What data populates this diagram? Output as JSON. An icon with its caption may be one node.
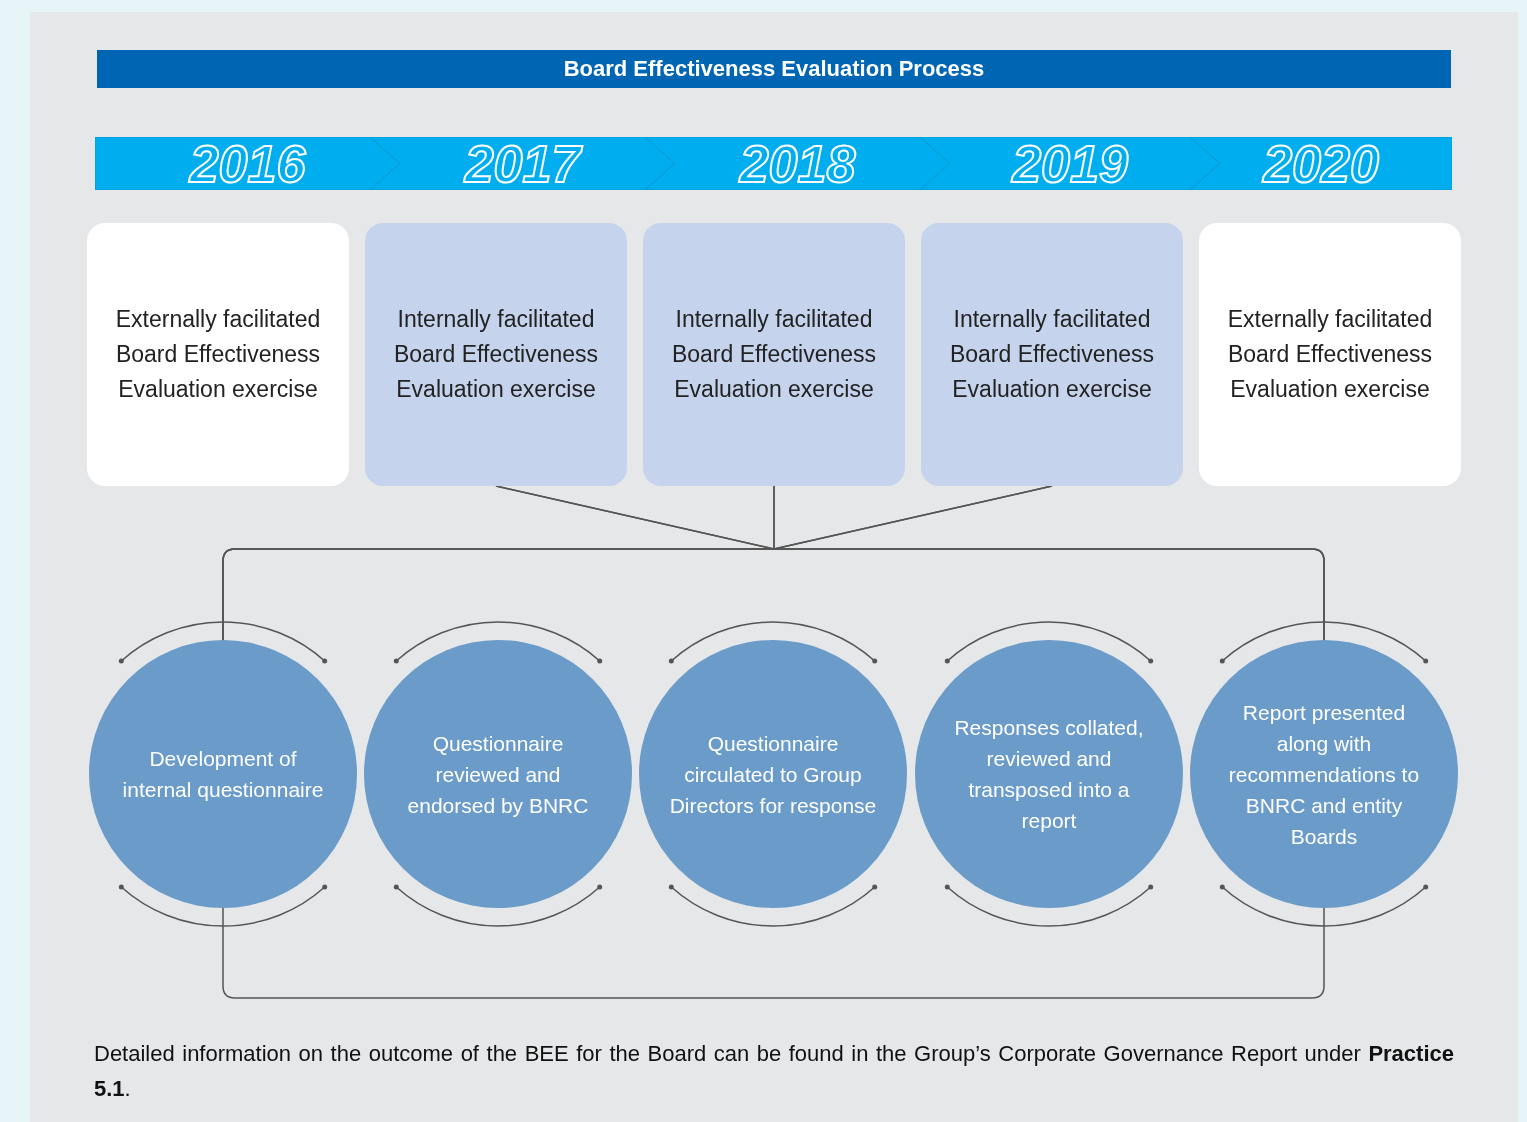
{
  "diagram": {
    "title": "Board Effectiveness Evaluation Process",
    "caption": "Detailed information on the outcome of the BEE for the Board can be found in the Group’s Corporate Governance Report under **Practice 5.1**.",
    "nodes": [
      {
        "text": [
          "2016"
        ]
      },
      {
        "text": [
          "2017"
        ]
      },
      {
        "text": [
          "2018"
        ]
      },
      {
        "text": [
          "2019"
        ]
      },
      {
        "text": [
          "2020"
        ]
      },
      {
        "text": [
          "Externally facilitated Board Effectiveness Evaluation exercise"
        ]
      },
      {
        "text": [
          "Internally facilitated Board Effectiveness Evaluation exercise"
        ]
      },
      {
        "text": [
          "Internally facilitated Board Effectiveness Evaluation exercise"
        ]
      },
      {
        "text": [
          "Internally facilitated Board Effectiveness Evaluation exercise"
        ]
      },
      {
        "text": [
          "Externally facilitated Board Effectiveness Evaluation exercise"
        ]
      },
      {
        "text": [
          "Development of internal questionnaire"
        ]
      },
      {
        "text": [
          "Questionnaire reviewed and endorsed by BNRC"
        ]
      },
      {
        "text": [
          "Questionnaire circulated to Group Directors for response"
        ]
      },
      {
        "text": [
          "Responses collated, reviewed and transposed into a report"
        ]
      },
      {
        "text": [
          "Report presented along with recommendations to BNRC and entity Boards"
        ]
      }
    ],
    "edges": [
      {
        "from": 6,
        "to": 10,
        "arrow": "none"
      },
      {
        "from": 6,
        "to": 14,
        "arrow": "none"
      },
      {
        "from": 7,
        "to": 10,
        "arrow": "none"
      },
      {
        "from": 7,
        "to": 14,
        "arrow": "none"
      },
      {
        "from": 8,
        "to": 10,
        "arrow": "none"
      },
      {
        "from": 8,
        "to": 14,
        "arrow": "none"
      },
      {
        "from": 10,
        "to": 14,
        "arrow": "none"
      }
    ]
  }
}
